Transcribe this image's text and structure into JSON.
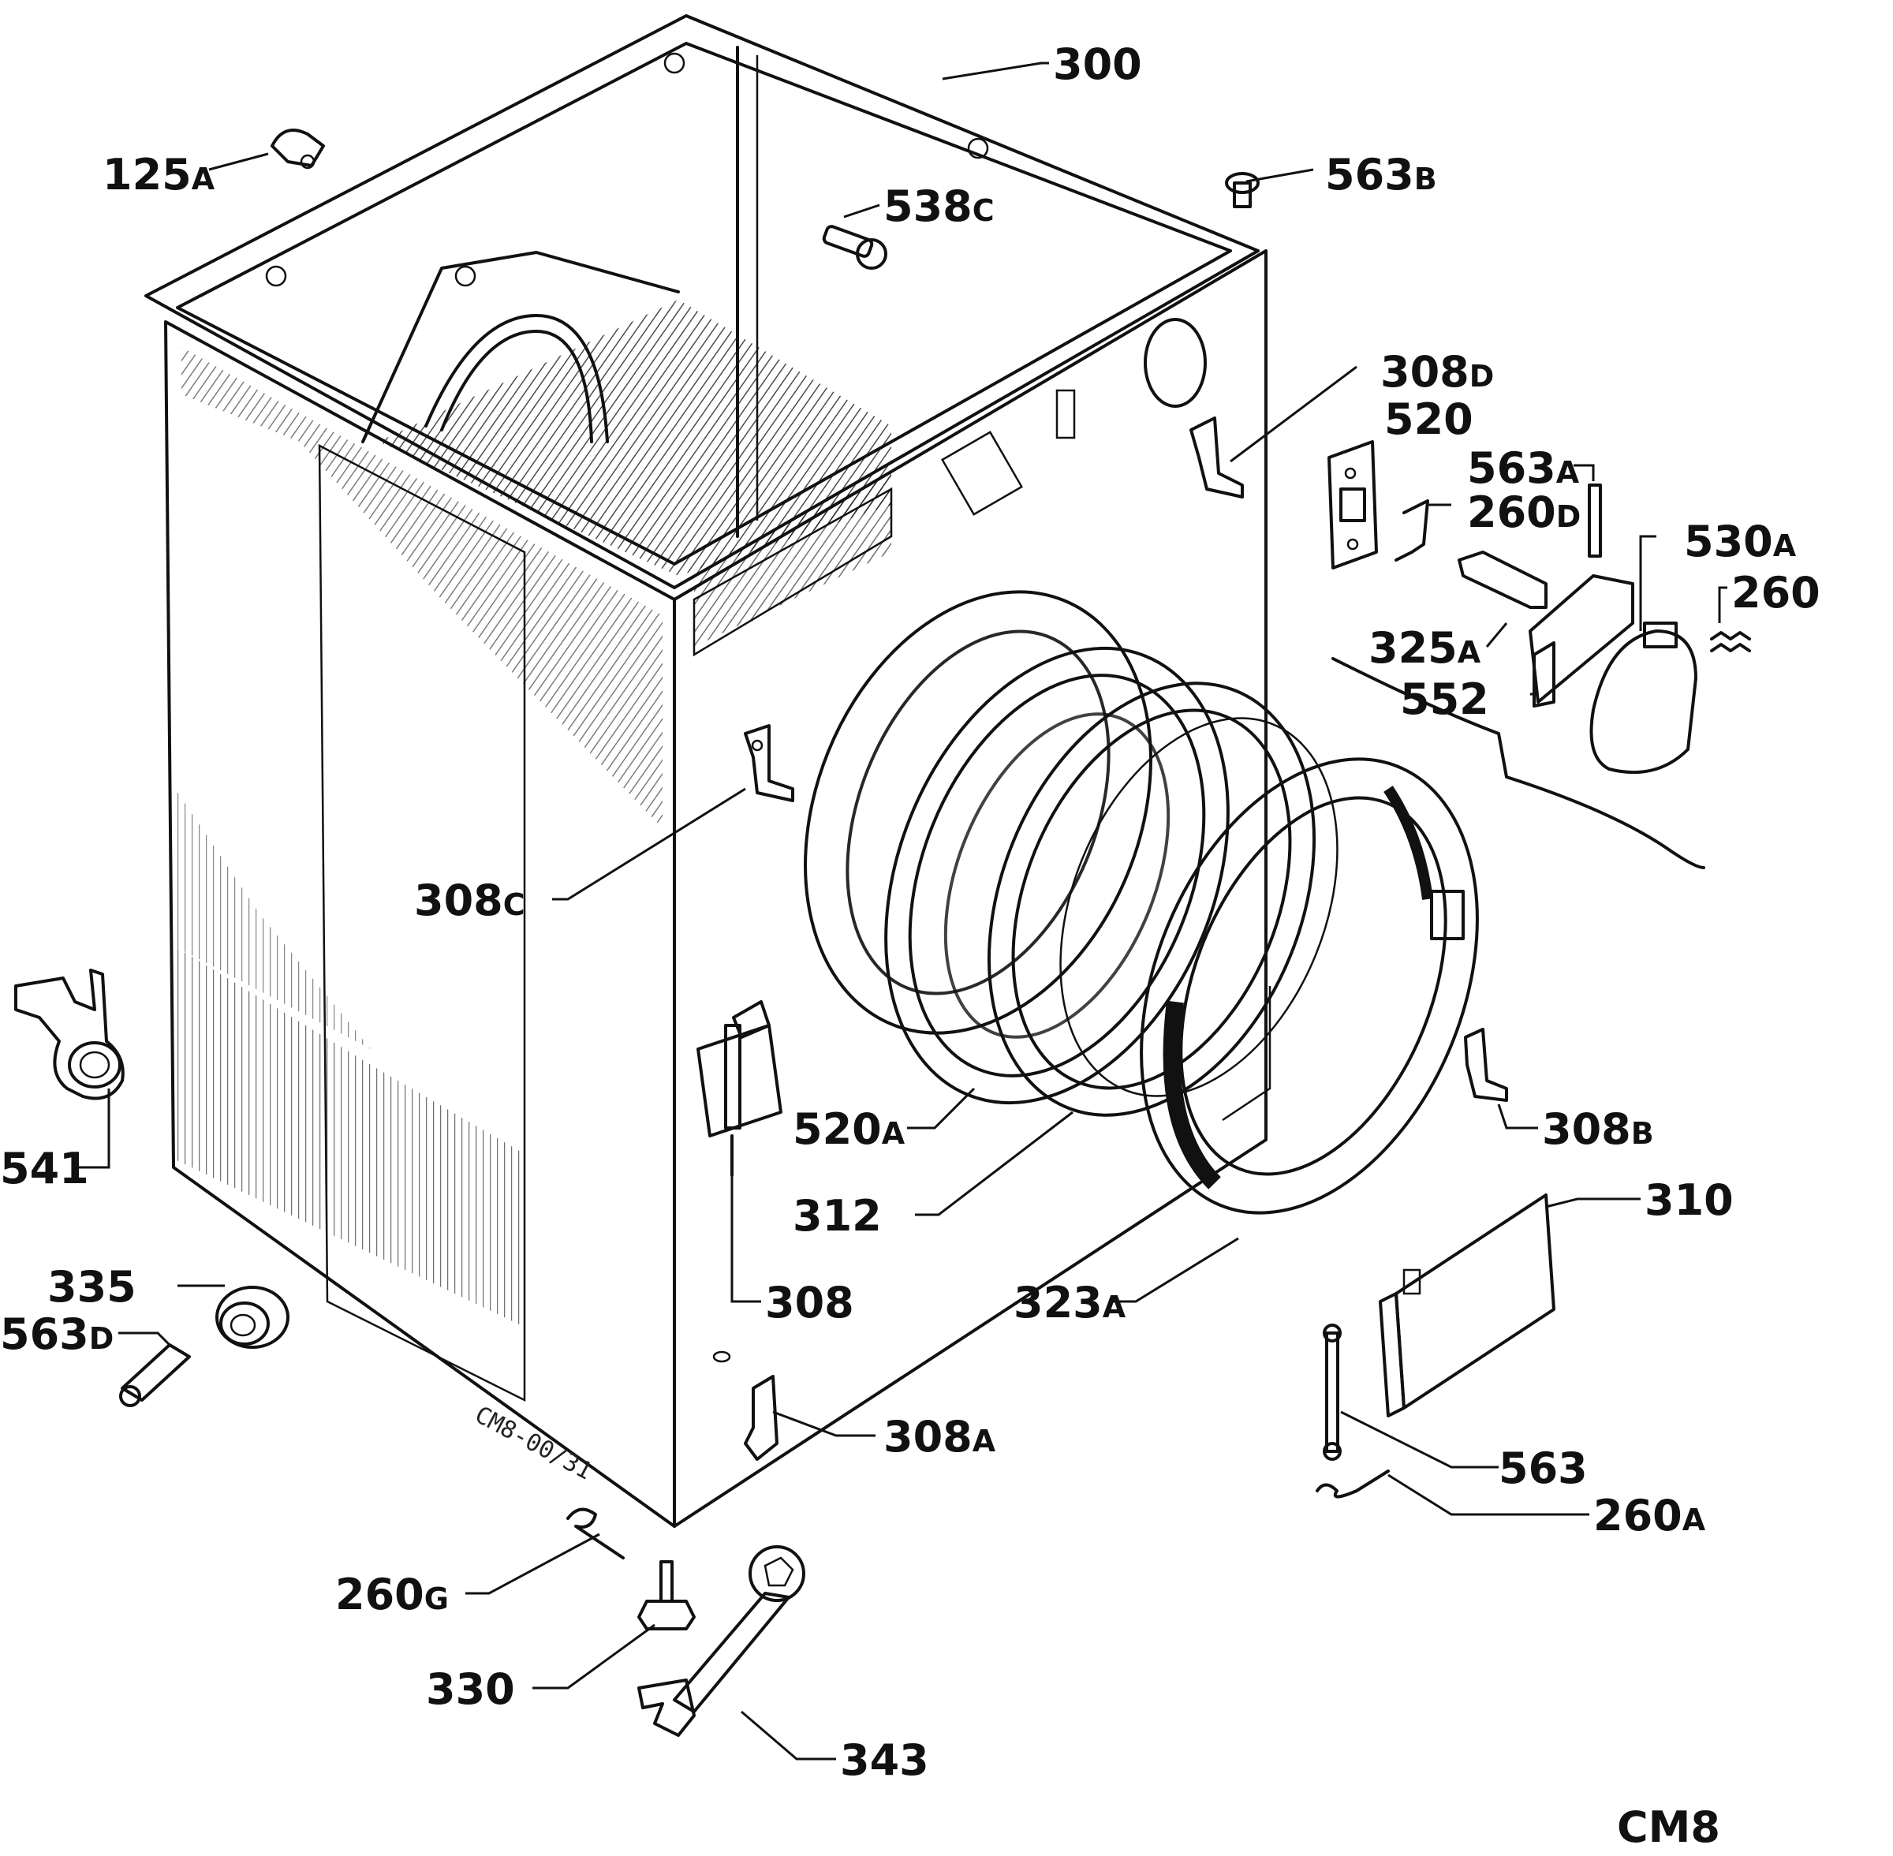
{
  "diagram": {
    "drawing_code": "CM8",
    "panel_code": "CM8-00/31",
    "callouts": [
      {
        "id": "c300",
        "main": "300",
        "suffix": ""
      },
      {
        "id": "c125a",
        "main": "125",
        "suffix": "A"
      },
      {
        "id": "c538c",
        "main": "538",
        "suffix": "C"
      },
      {
        "id": "c563b",
        "main": "563",
        "suffix": "B"
      },
      {
        "id": "c308d",
        "main": "308",
        "suffix": "D"
      },
      {
        "id": "c520",
        "main": "520",
        "suffix": ""
      },
      {
        "id": "c563a",
        "main": "563",
        "suffix": "A"
      },
      {
        "id": "c260d",
        "main": "260",
        "suffix": "D"
      },
      {
        "id": "c530a",
        "main": "530",
        "suffix": "A"
      },
      {
        "id": "c260",
        "main": "260",
        "suffix": ""
      },
      {
        "id": "c325a",
        "main": "325",
        "suffix": "A"
      },
      {
        "id": "c552",
        "main": "552",
        "suffix": ""
      },
      {
        "id": "c308c",
        "main": "308",
        "suffix": "C"
      },
      {
        "id": "c541",
        "main": "541",
        "suffix": ""
      },
      {
        "id": "c520a",
        "main": "520",
        "suffix": "A"
      },
      {
        "id": "c308b",
        "main": "308",
        "suffix": "B"
      },
      {
        "id": "c312",
        "main": "312",
        "suffix": ""
      },
      {
        "id": "c310",
        "main": "310",
        "suffix": ""
      },
      {
        "id": "c335",
        "main": "335",
        "suffix": ""
      },
      {
        "id": "c308",
        "main": "308",
        "suffix": ""
      },
      {
        "id": "c323a",
        "main": "323",
        "suffix": "A"
      },
      {
        "id": "c563d",
        "main": "563",
        "suffix": "D"
      },
      {
        "id": "c308a",
        "main": "308",
        "suffix": "A"
      },
      {
        "id": "c563",
        "main": "563",
        "suffix": ""
      },
      {
        "id": "c260a",
        "main": "260",
        "suffix": "A"
      },
      {
        "id": "c260g",
        "main": "260",
        "suffix": "G"
      },
      {
        "id": "c330",
        "main": "330",
        "suffix": ""
      },
      {
        "id": "c343",
        "main": "343",
        "suffix": ""
      }
    ]
  }
}
